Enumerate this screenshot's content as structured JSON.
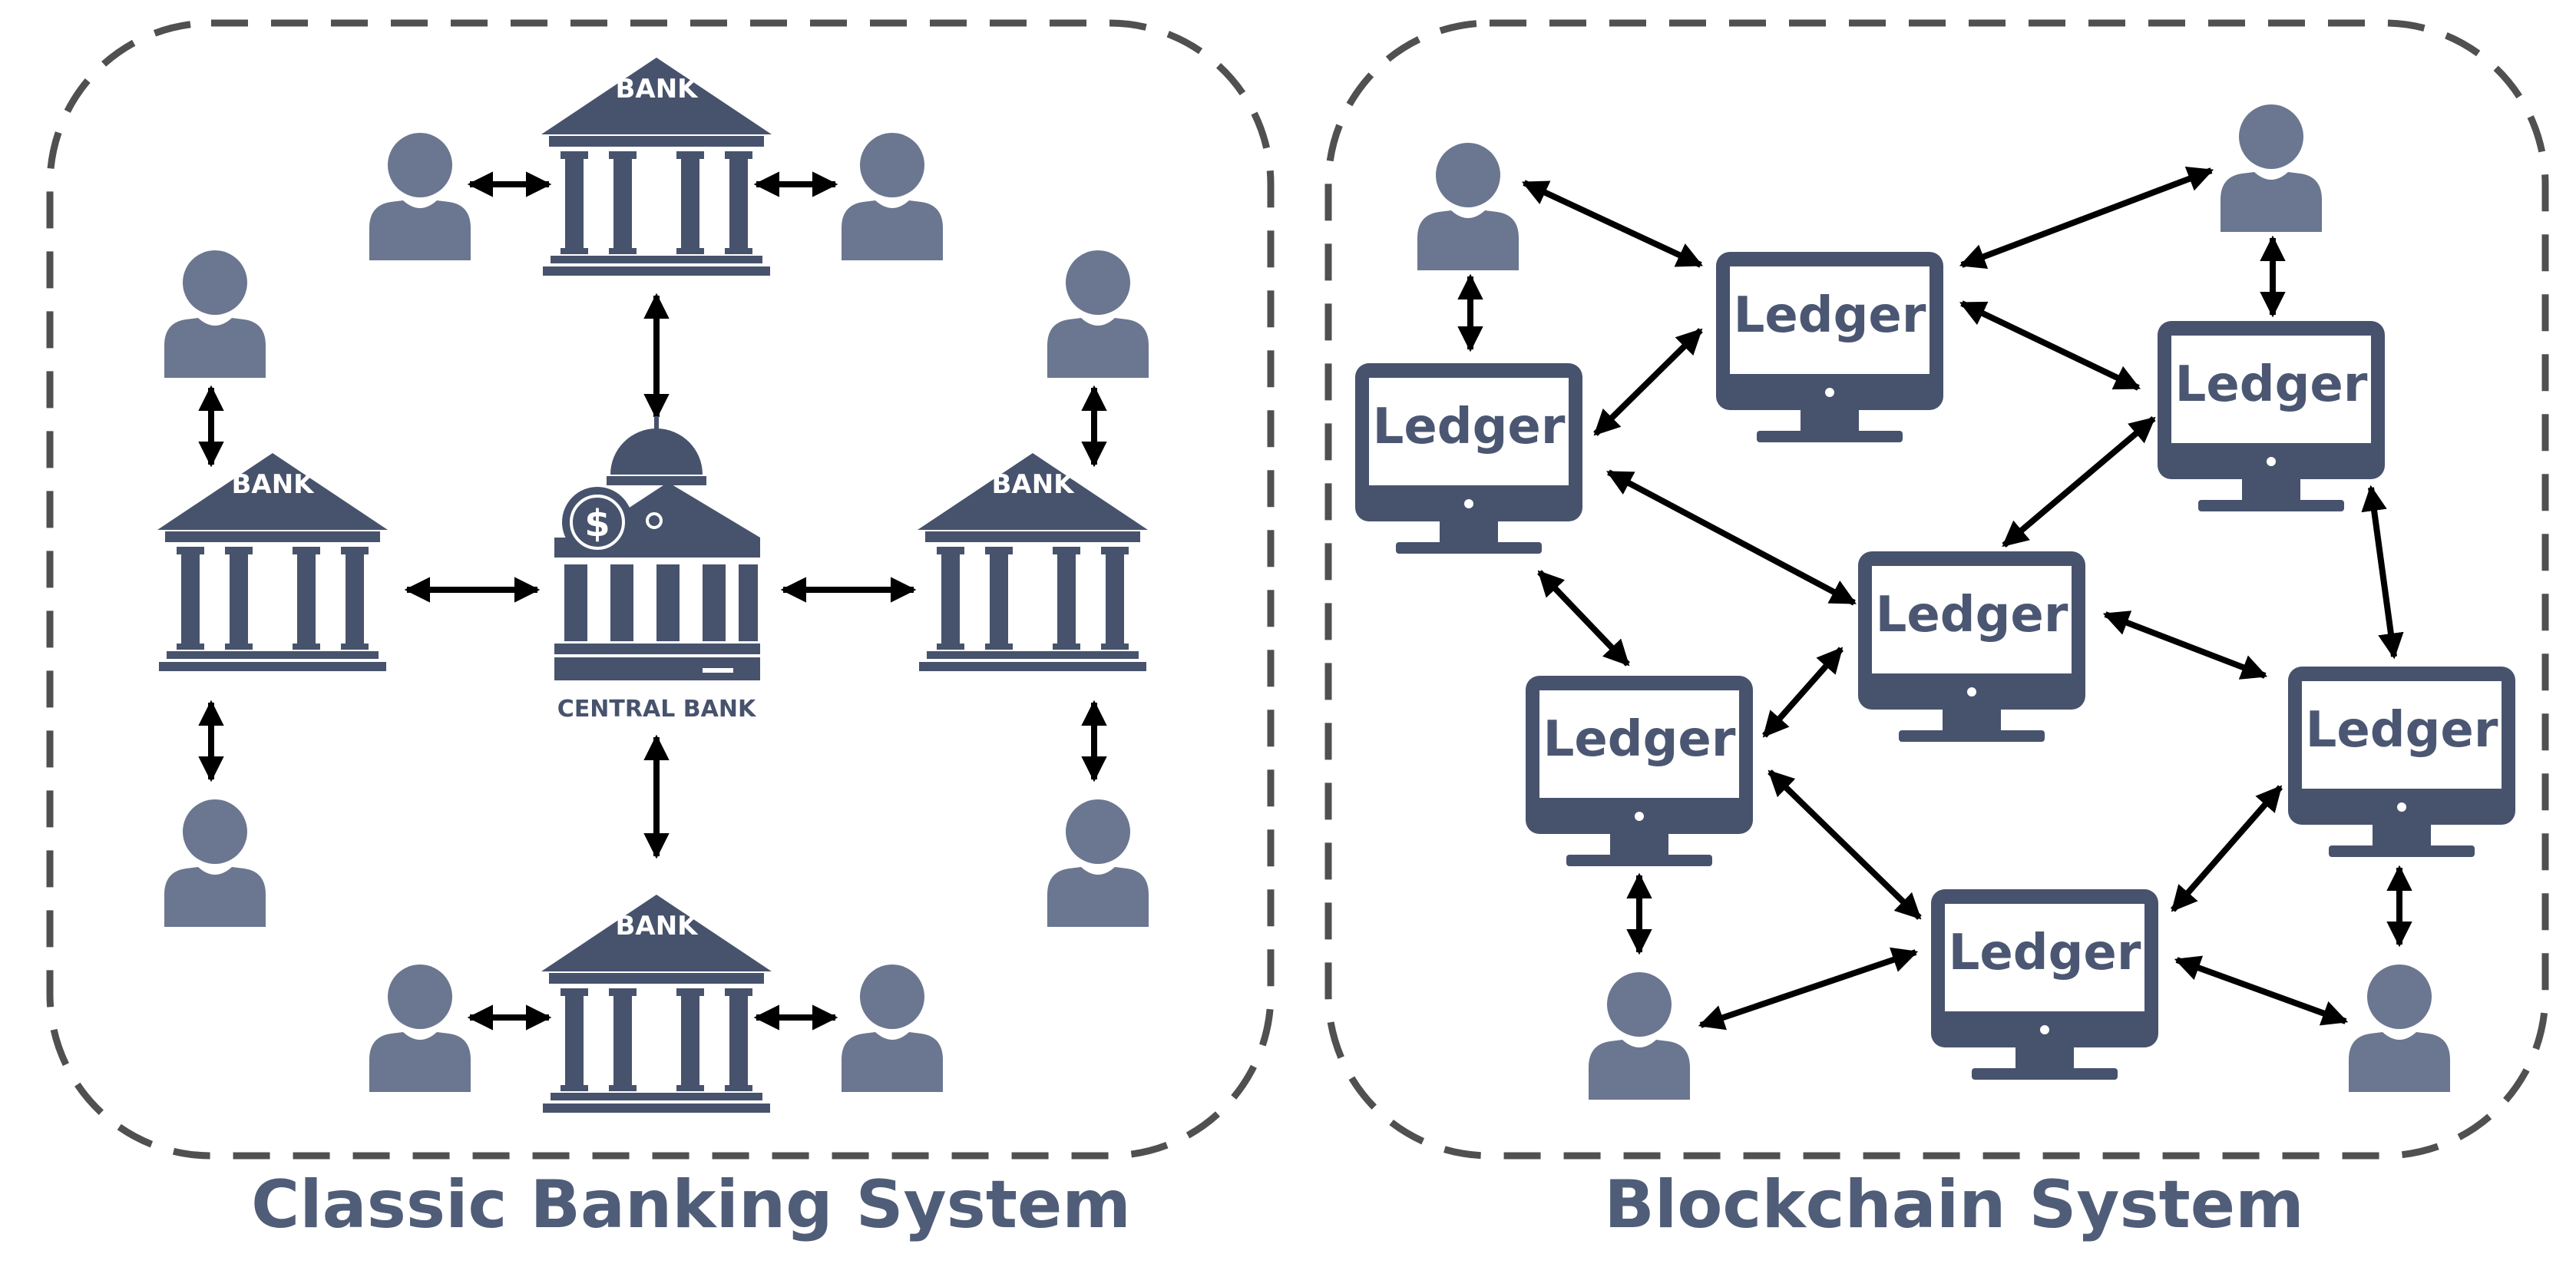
{
  "panels": {
    "classic": {
      "caption": "Classic Banking System"
    },
    "blockchain": {
      "caption": "Blockchain System"
    }
  },
  "labels": {
    "bank": "BANK",
    "central_bank": "CENTRAL BANK",
    "ledger": "Ledger"
  },
  "icons": {
    "person": "person-icon",
    "bank": "bank-building-icon",
    "central_bank": "central-bank-icon",
    "ledger": "computer-monitor-icon",
    "arrow": "double-headed-arrow"
  },
  "colors": {
    "dark_slate": "#47536d",
    "person_gray": "#6b7790",
    "border_gray": "#505050",
    "arrow": "#000000",
    "caption": "#505d78"
  }
}
